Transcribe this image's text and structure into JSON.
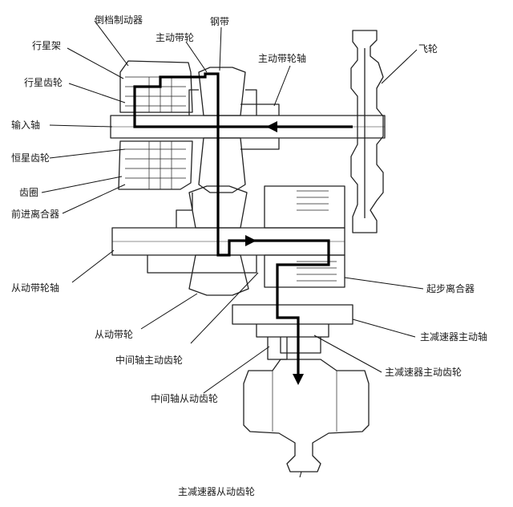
{
  "labels": {
    "reverse_brake": "倒档制动器",
    "planet_carrier": "行星架",
    "planet_gear": "行星齿轮",
    "input_shaft": "输入轴",
    "sun_gear": "恒星齿轮",
    "ring_gear": "齿圈",
    "forward_clutch": "前进离合器",
    "driven_pulley_shaft": "从动带轮轴",
    "driven_pulley": "从动带轮",
    "countershaft_drive_gear": "中间轴主动齿轮",
    "countershaft_driven_gear": "中间轴从动齿轮",
    "final_driven_gear": "主减速器从动齿轮",
    "drive_pulley": "主动带轮",
    "steel_belt": "钢带",
    "drive_pulley_shaft": "主动带轮轴",
    "flywheel": "飞轮",
    "start_clutch": "起步离合器",
    "final_drive_shaft": "主减速器主动轴",
    "final_drive_gear": "主减速器主动齿轮"
  }
}
